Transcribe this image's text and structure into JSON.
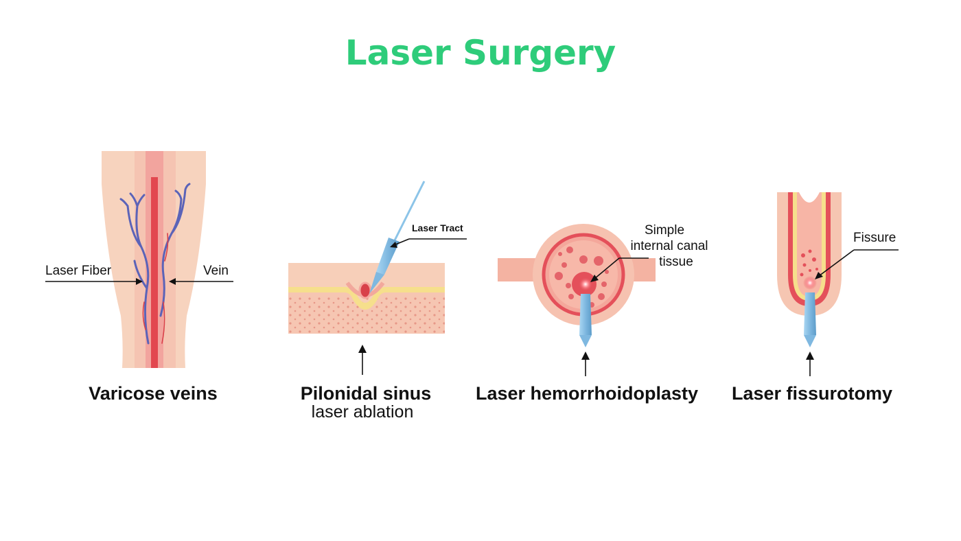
{
  "title": "Laser Surgery",
  "panels": {
    "varicose": {
      "caption": "Varicose veins",
      "label_left": "Laser Fiber",
      "label_right": "Vein"
    },
    "pilonidal": {
      "caption": "Pilonidal sinus",
      "subcaption": "laser ablation",
      "label": "Laser Tract"
    },
    "hemorrhoid": {
      "caption": "Laser hemorrhoidoplasty",
      "label_lines": [
        "Simple",
        "internal canal",
        "tissue"
      ]
    },
    "fissure": {
      "caption": "Laser fissurotomy",
      "label": "Fissure"
    }
  },
  "colors": {
    "title": "#2ecc7a",
    "skin": "#f6cdb6",
    "tissue": "#f3a79b",
    "vessel": "#e4505a",
    "vein": "#5b63b8",
    "probe": "#8cc4e8",
    "fat": "#f6df8c"
  }
}
